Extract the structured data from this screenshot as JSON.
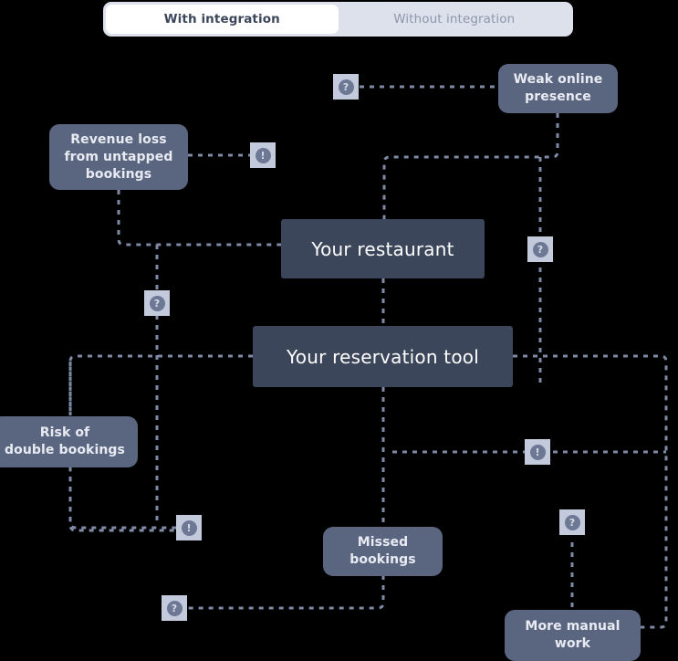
{
  "toggle": {
    "name": "integration-view-toggle",
    "options": [
      {
        "label": "With integration",
        "selected": true
      },
      {
        "label": "Without integration",
        "selected": false
      }
    ]
  },
  "colors": {
    "canvas": "#000000",
    "primary_node": "#3c465a",
    "secondary_node": "#5a6580",
    "connector": "#7e8aa6",
    "badge_tile": "#c3cadc",
    "badge_disc": "#6d7894",
    "toggle_track": "#dde1ec",
    "toggle_active": "#ffffff",
    "toggle_active_text": "#3c465a",
    "toggle_inactive_text": "#8d97ad"
  },
  "nodes": {
    "restaurant": {
      "label": "Your restaurant",
      "kind": "primary"
    },
    "reservation_tool": {
      "label": "Your reservation tool",
      "kind": "primary"
    },
    "revenue_loss": {
      "label": "Revenue loss\nfrom untapped\nbookings",
      "line1": "Revenue loss",
      "line2": "from untapped",
      "line3": "bookings",
      "kind": "secondary"
    },
    "weak_online": {
      "line1": "Weak online",
      "line2": "presence",
      "kind": "secondary"
    },
    "double_bookings": {
      "line1": "Risk of",
      "line2": "double bookings",
      "kind": "secondary"
    },
    "missed_bookings": {
      "line1": "Missed",
      "line2": "bookings",
      "kind": "secondary"
    },
    "manual_work": {
      "line1": "More manual",
      "line2": "work",
      "kind": "secondary"
    }
  },
  "badges": [
    {
      "id": "badge-weak-online",
      "glyph": "?",
      "icon": "question-badge-icon"
    },
    {
      "id": "badge-revenue-loss",
      "glyph": "!",
      "icon": "alert-badge-icon"
    },
    {
      "id": "badge-center-left",
      "glyph": "?",
      "icon": "question-badge-icon"
    },
    {
      "id": "badge-center-right",
      "glyph": "?",
      "icon": "question-badge-icon"
    },
    {
      "id": "badge-right-mid",
      "glyph": "!",
      "icon": "alert-badge-icon"
    },
    {
      "id": "badge-double-booking",
      "glyph": "!",
      "icon": "alert-badge-icon"
    },
    {
      "id": "badge-manual-work",
      "glyph": "?",
      "icon": "question-badge-icon"
    },
    {
      "id": "badge-missed-bottom",
      "glyph": "?",
      "icon": "question-badge-icon"
    }
  ]
}
